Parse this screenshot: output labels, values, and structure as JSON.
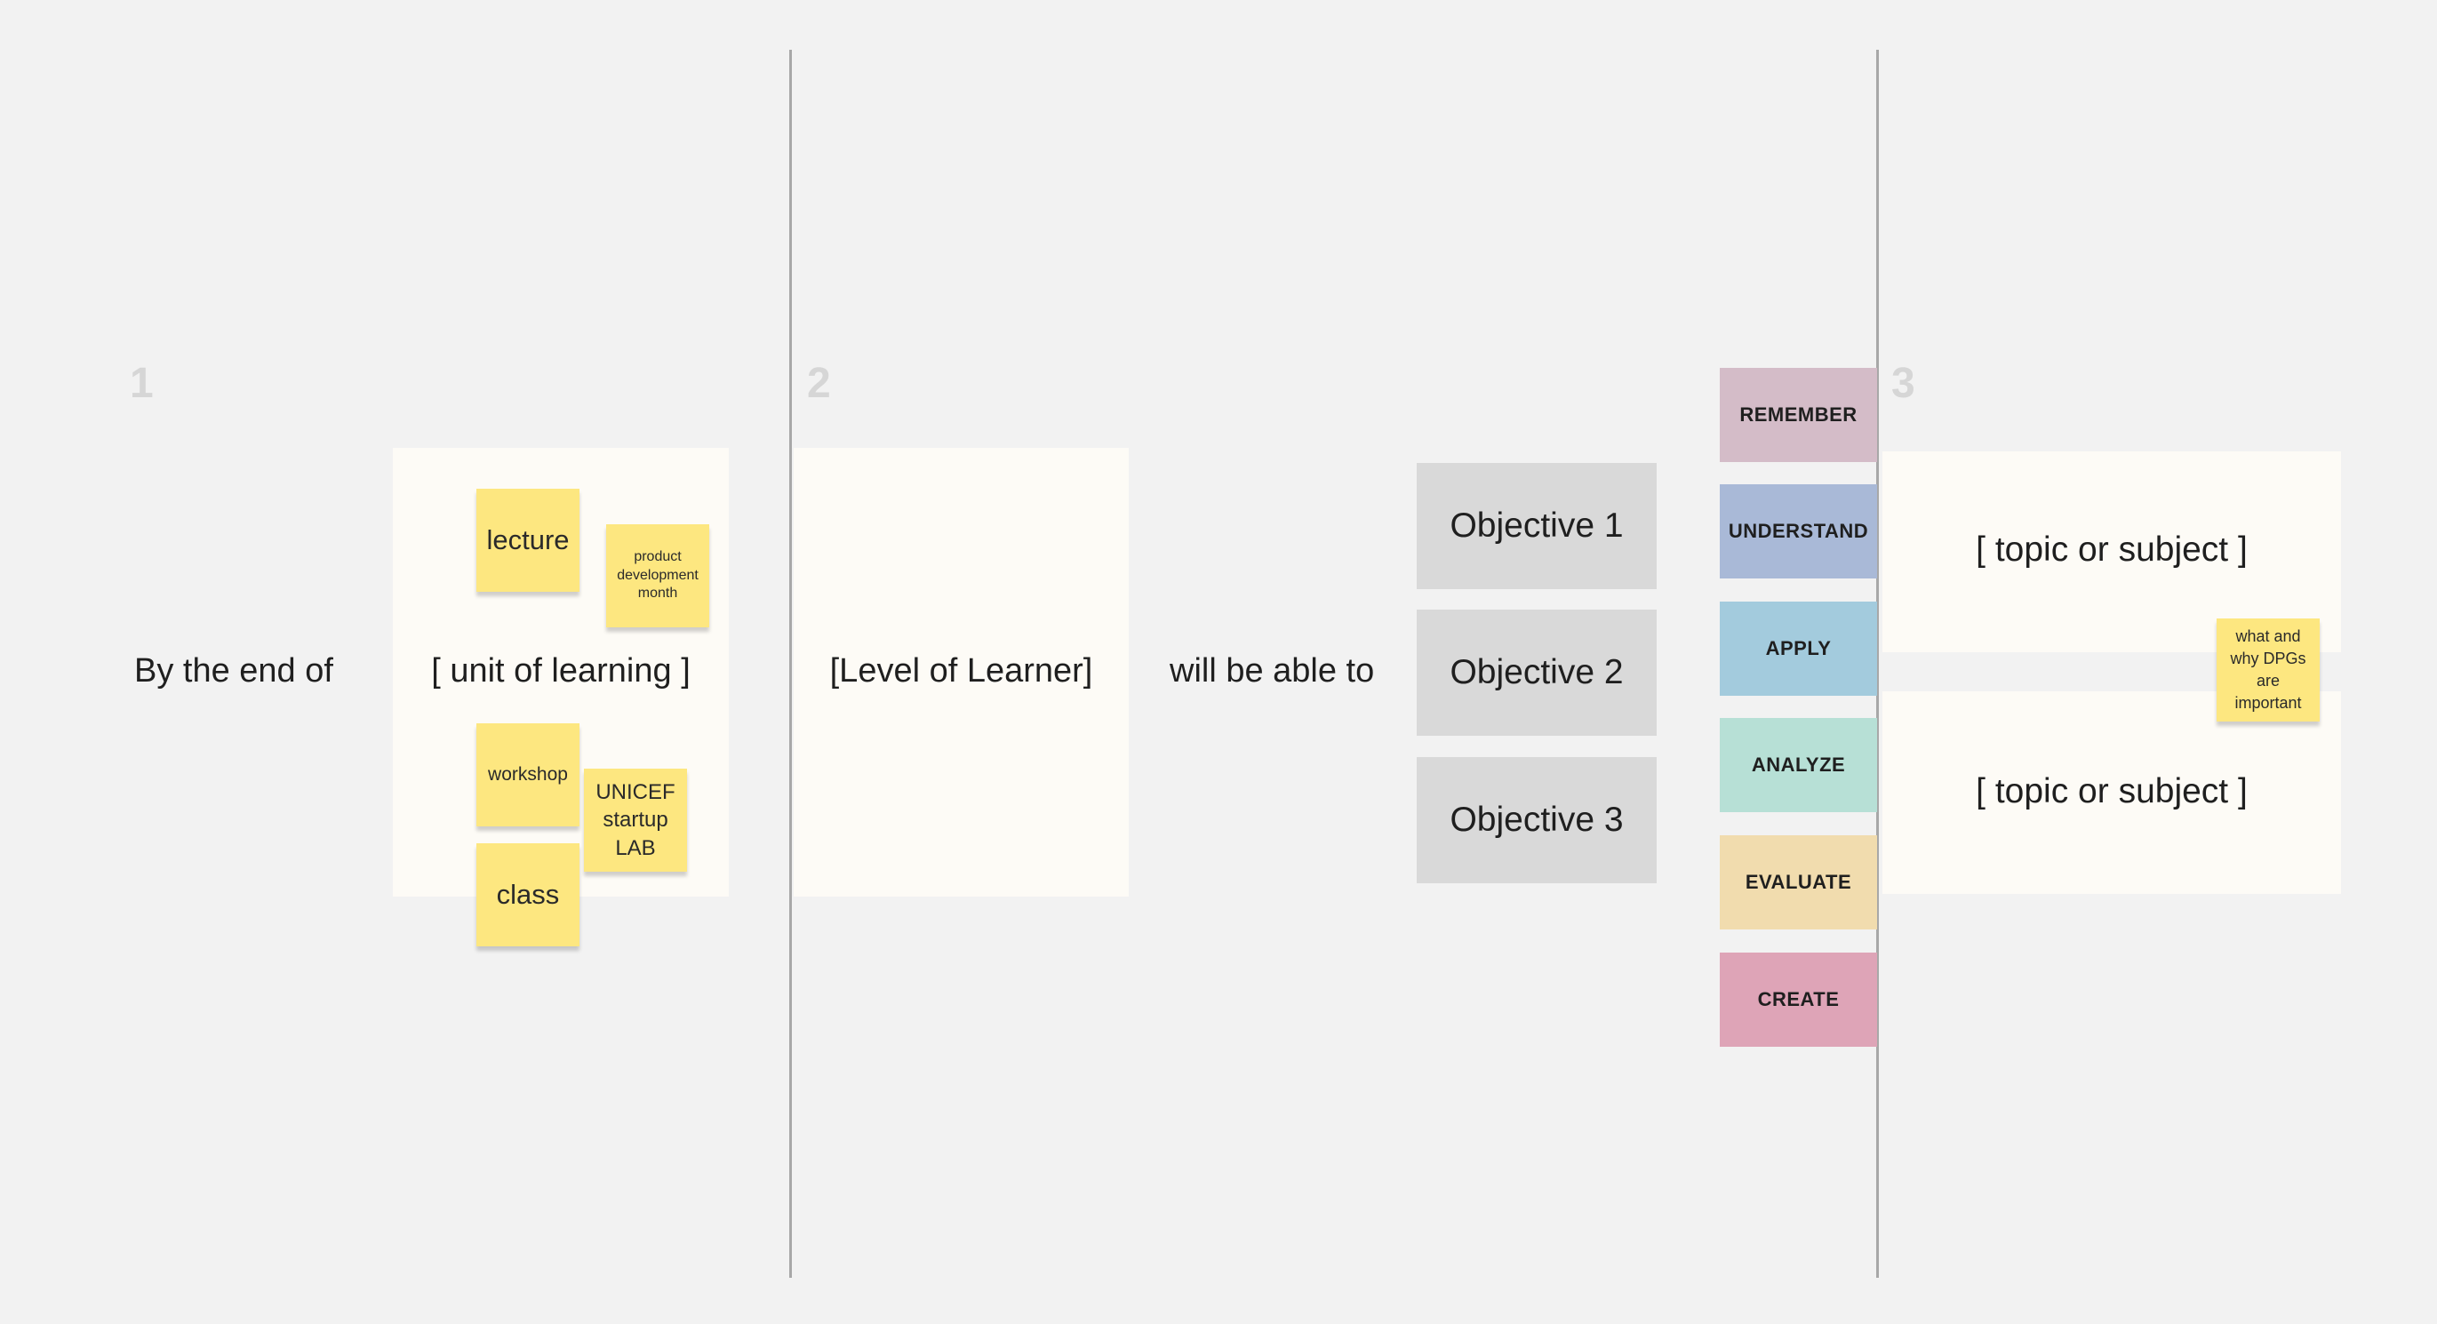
{
  "sections": {
    "one": "1",
    "two": "2",
    "three": "3"
  },
  "phrases": {
    "by_the_end_of": "By the end of",
    "unit_of_learning": "[ unit of learning ]",
    "level_of_learner": "[Level of Learner]",
    "will_be_able_to": "will be able to"
  },
  "unit_stickies": {
    "lecture": "lecture",
    "product_development_month": "product development month",
    "workshop": "workshop",
    "unicef_startup_lab": "UNICEF startup LAB",
    "class": "class"
  },
  "objectives": [
    "Objective 1",
    "Objective 2",
    "Objective 3"
  ],
  "bloom": {
    "items": [
      "REMEMBER",
      "UNDERSTAND",
      "APPLY",
      "ANALYZE",
      "EVALUATE",
      "CREATE"
    ],
    "colors": [
      "#d4bcc8",
      "#a9b9d7",
      "#a3cbdd",
      "#b7e0d6",
      "#f1dcae",
      "#dea4b7"
    ]
  },
  "topics": [
    "[ topic or subject ]",
    "[ topic or subject ]"
  ],
  "topic_sticky": "what and why DPGs are important",
  "colors": {
    "background": "#f2f2f2",
    "panel": "#fdfbf6",
    "sticky": "#fde780",
    "objective": "#d9d9d9",
    "divider": "#a8a8a8"
  }
}
